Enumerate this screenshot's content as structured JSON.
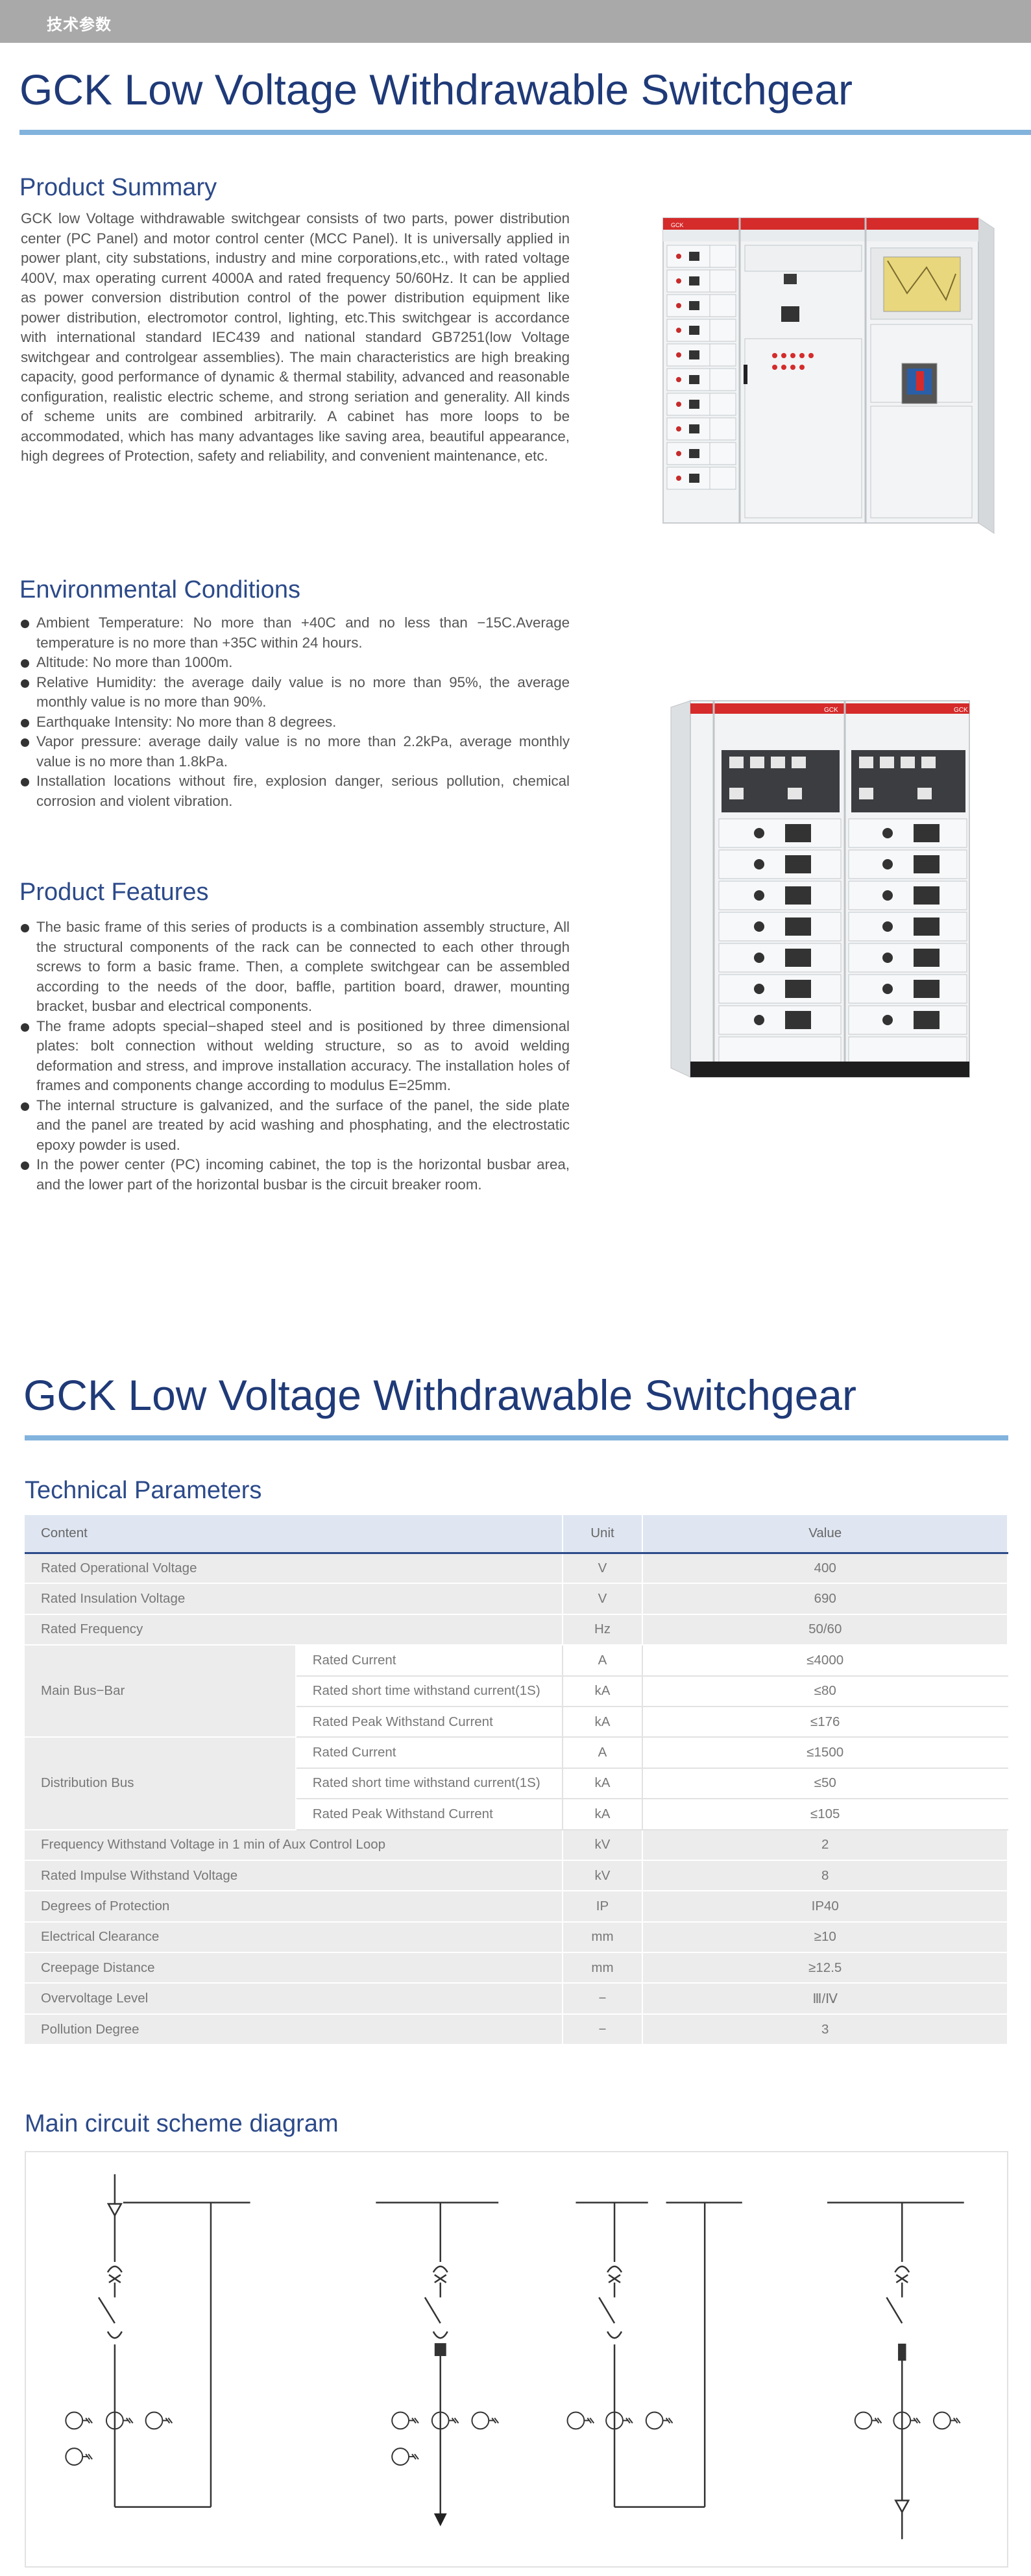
{
  "header": {
    "label": "技术参数"
  },
  "section1": {
    "title": "GCK Low Voltage Withdrawable Switchgear",
    "summary": {
      "heading": "Product Summary",
      "text": "GCK low Voltage withdrawable switchgear consists of two parts, power distribution center (PC Panel) and motor control center (MCC Panel). It is universally applied in power plant, city substations, industry and mine corporations,etc., with rated voltage 400V, max operating current 4000A and rated frequency 50/60Hz. It can be applied as power conversion distribution control of the power distribution equipment like power distribution, electromotor control, lighting, etc.This switchgear is accordance with international standard IEC439 and national standard GB7251(low Voltage switchgear and controlgear assemblies). The main characteristics are high breaking capacity, good performance of dynamic & thermal stability, advanced and reasonable configuration, realistic electric scheme, and strong seriation and generality. All kinds of scheme units are combined arbitrarily. A cabinet has more loops to be accommodated, which has many advantages like saving area, beautiful appearance, high degrees of Protection, safety and reliability, and convenient maintenance, etc."
    },
    "environment": {
      "heading": "Environmental Conditions",
      "items": [
        "Ambient Temperature: No more than +40C and no less than −15C.Average temperature is no more than +35C within 24 hours.",
        "Altitude: No more than 1000m.",
        "Relative Humidity: the average daily value is no more than 95%, the average monthly value is no more than 90%.",
        "Earthquake Intensity: No more than 8 degrees.",
        "Vapor pressure: average daily value is no more than 2.2kPa, average monthly value is no more than 1.8kPa.",
        "Installation locations without fire, explosion danger, serious pollution, chemical corrosion and violent vibration."
      ]
    },
    "features": {
      "heading": "Product Features",
      "items": [
        "The basic frame of this series of products is a combination assembly structure, All the structural components of the rack can be connected to each other through screws to form a basic frame. Then, a complete switchgear can be assembled according to the needs of the door, baffle, partition board, drawer, mounting bracket, busbar and electrical components.",
        "The frame adopts special−shaped steel and is positioned by three dimensional plates: bolt connection without welding structure, so as to avoid welding deformation and stress, and improve installation accuracy. The installation holes of frames and components change according to modulus E=25mm.",
        "The internal structure is galvanized, and the surface of the panel, the side plate and the panel are treated by acid washing and phosphating, and the electrostatic epoxy powder is used.",
        "In the power center (PC) incoming cabinet, the top is the horizontal busbar area, and the lower part of the horizontal busbar is the circuit breaker room."
      ]
    },
    "photo1_labels": {
      "brand": "GCK"
    },
    "photo2_labels": {
      "brand_left": "GCK",
      "brand_right": "GCK"
    }
  },
  "section2": {
    "title": "GCK Low Voltage Withdrawable Switchgear",
    "params_heading": "Technical Parameters",
    "table": {
      "headers": [
        "Content",
        "Unit",
        "Value"
      ],
      "rows": [
        {
          "content": "Rated Operational Voltage",
          "unit": "V",
          "value": "400"
        },
        {
          "content": "Rated Insulation Voltage",
          "unit": "V",
          "value": "690"
        },
        {
          "content": "Rated Frequency",
          "unit": "Hz",
          "value": "50/60"
        },
        {
          "group": "Main Bus−Bar",
          "sub": [
            {
              "content": "Rated Current",
              "unit": "A",
              "value": "≤4000"
            },
            {
              "content": "Rated short time withstand current(1S)",
              "unit": "kA",
              "value": "≤80"
            },
            {
              "content": "Rated Peak Withstand Current",
              "unit": "kA",
              "value": "≤176"
            }
          ]
        },
        {
          "group": "Distribution Bus",
          "sub": [
            {
              "content": "Rated Current",
              "unit": "A",
              "value": "≤1500"
            },
            {
              "content": "Rated short time withstand current(1S)",
              "unit": "kA",
              "value": "≤50"
            },
            {
              "content": "Rated Peak Withstand Current",
              "unit": "kA",
              "value": "≤105"
            }
          ]
        },
        {
          "content": "Frequency Withstand Voltage in 1 min of Aux Control Loop",
          "unit": "kV",
          "value": "2"
        },
        {
          "content": "Rated Impulse Withstand Voltage",
          "unit": "kV",
          "value": "8"
        },
        {
          "content": "Degrees of Protection",
          "unit": "IP",
          "value": "IP40"
        },
        {
          "content": "Electrical Clearance",
          "unit": "mm",
          "value": "≥10"
        },
        {
          "content": "Creepage Distance",
          "unit": "mm",
          "value": "≥12.5"
        },
        {
          "content": "Overvoltage Level",
          "unit": "−",
          "value": "Ⅲ/Ⅳ"
        },
        {
          "content": "Pollution Degree",
          "unit": "−",
          "value": "3"
        }
      ]
    },
    "diagram_heading": "Main circuit scheme diagram"
  }
}
